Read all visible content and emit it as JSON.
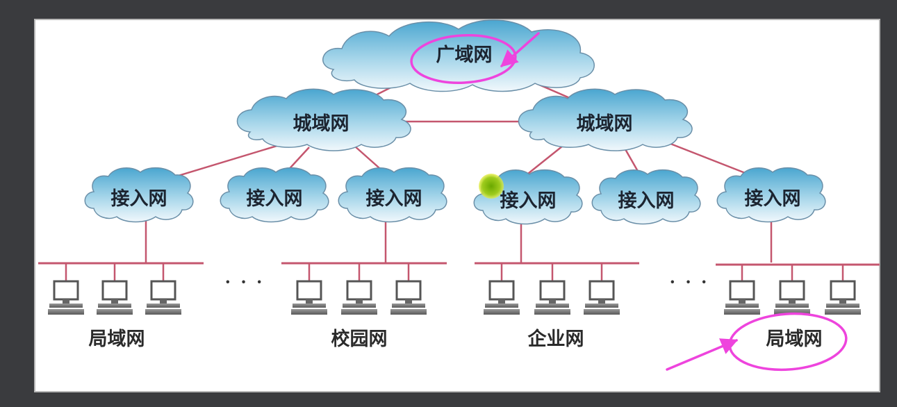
{
  "colors": {
    "backdrop": "#3a3b3e",
    "canvas": "#ffffff",
    "link_line": "#c4566e",
    "cloud_top": "#5fb5d8",
    "cloud_bottom": "#eef7fc",
    "highlight": "#ee44dd",
    "cursor_dot": "#8fbf1a"
  },
  "diagram": {
    "wan": {
      "label": "广域网"
    },
    "man": [
      {
        "label": "城域网"
      },
      {
        "label": "城域网"
      }
    ],
    "access": [
      {
        "label": "接入网"
      },
      {
        "label": "接入网"
      },
      {
        "label": "接入网"
      },
      {
        "label": "接入网"
      },
      {
        "label": "接入网"
      },
      {
        "label": "接入网"
      }
    ],
    "lans": [
      {
        "label": "局域网",
        "computers": 3
      },
      {
        "label": "校园网",
        "computers": 3
      },
      {
        "label": "企业网",
        "computers": 3
      },
      {
        "label": "局域网",
        "computers": 3
      }
    ],
    "ellipsis": [
      "· · ·",
      "· · ·"
    ],
    "icons": [
      "cloud-icon",
      "computer-icon",
      "arrow-icon",
      "circle-highlight"
    ]
  }
}
